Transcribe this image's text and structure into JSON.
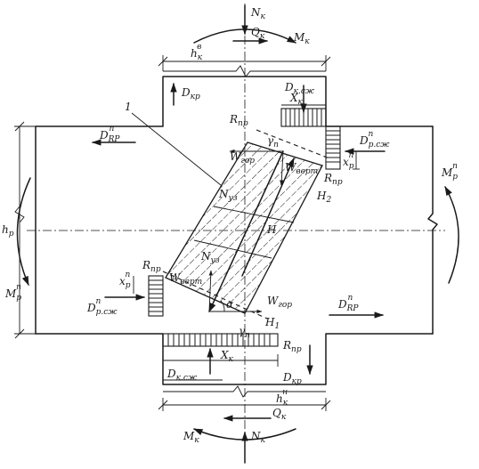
{
  "labels": {
    "Nk_top": "N",
    "Qk_top": "Q",
    "Mk_top": "M",
    "hk_top": "h",
    "Dkr_top": "D",
    "Dk_szh_top": "D",
    "Xk_top": "X",
    "leader_1": "1",
    "Rpr_tl": "R",
    "DRR_left": "D",
    "gamma_top": "γ",
    "Dp_szh_right": "D",
    "xp_right": "x",
    "Wgor_top": "W",
    "Wvert_top": "W",
    "Rpr_tr": "R",
    "H2": "H",
    "Mr_right": "M",
    "hr_left": "h",
    "Nuz_upper": "N",
    "H_diag": "H",
    "Mr_left": "M",
    "Nuz_lower": "N",
    "Rpr_left": "R",
    "xp_left": "x",
    "Wvert_low": "W",
    "Wgor_low": "W",
    "alpha": "α",
    "Dp_szh_left": "D",
    "DRR_right": "D",
    "H1": "H",
    "gamma_low": "γ",
    "Rpr_br": "R",
    "Xk_bottom": "X",
    "Dk_szh_bottom": "D",
    "Dkr_bottom": "D",
    "hk_bottom": "h",
    "Qk_bottom": "Q",
    "Mk_bottom": "M",
    "Nk_bottom": "N"
  },
  "subs": {
    "Nk_top": "к",
    "Qk_top": "к",
    "Mk_top": "к",
    "hk_top": "к",
    "Dkr_top": "кр",
    "Dk_szh_top": "к.сж",
    "Xk_top": "к",
    "Rpr_tl": "пр",
    "DRR_left": "RP",
    "gamma_top": "п",
    "Dp_szh_right": "р.сж",
    "xp_right": "р",
    "Wgor_top": "гор",
    "Wvert_top": "верт",
    "Rpr_tr": "пр",
    "H2": "2",
    "Mr_right": "р",
    "hr_left": "р",
    "Nuz_upper": "уз",
    "Mr_left": "р",
    "Nuz_lower": "уз",
    "Rpr_left": "пр",
    "xp_left": "р",
    "Wvert_low": "верт",
    "Wgor_low": "гор",
    "Dp_szh_left": "р.сж",
    "DRR_right": "RP",
    "H1": "1",
    "gamma_low": "п",
    "Rpr_br": "пр",
    "Xk_bottom": "к",
    "Dk_szh_bottom": "к.сж",
    "Dkr_bottom": "кр",
    "hk_bottom": "к",
    "Qk_bottom": "к",
    "Mk_bottom": "к",
    "Nk_bottom": "к"
  },
  "sups": {
    "hk_top": "в",
    "DRR_left": "п",
    "Dp_szh_right": "п",
    "xp_right": "п",
    "Mr_right": "п",
    "Mr_left": "п",
    "xp_left": "п",
    "Dp_szh_left": "п",
    "DRR_right": "п",
    "hk_bottom": "н"
  }
}
